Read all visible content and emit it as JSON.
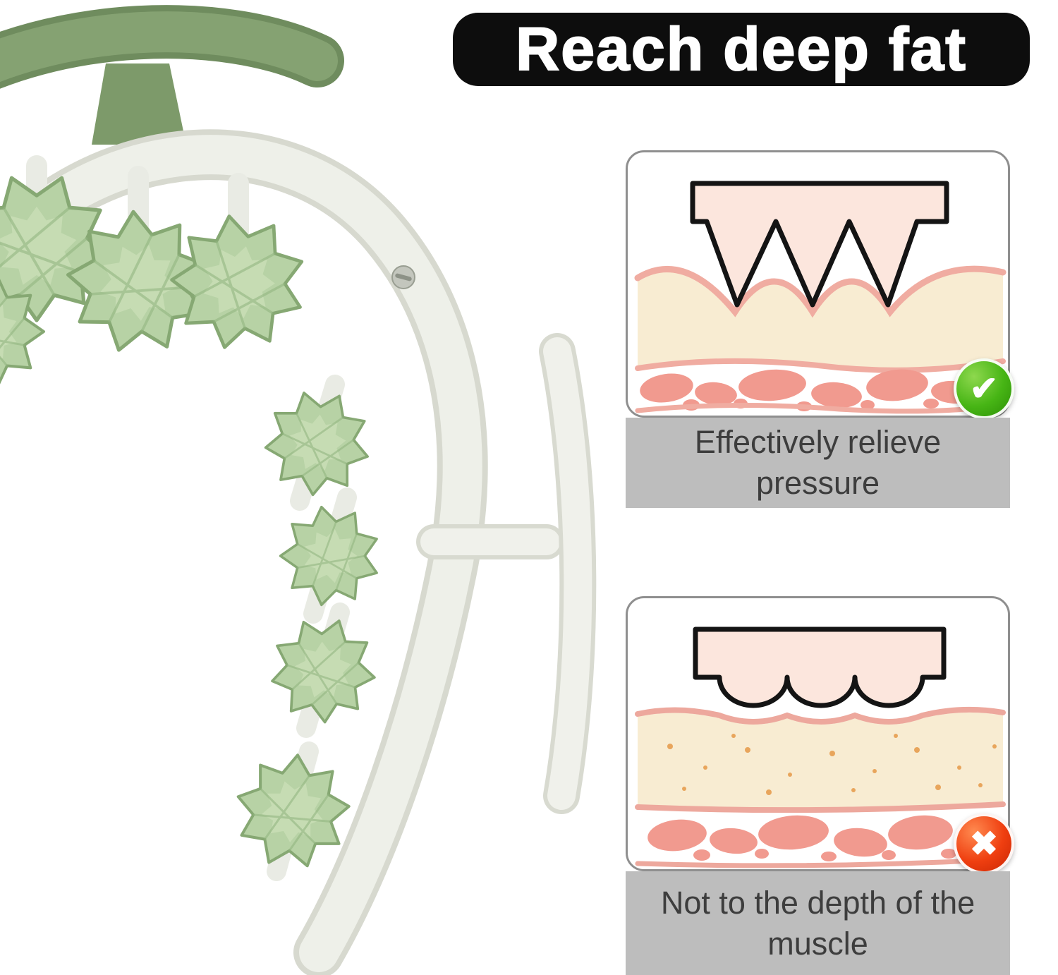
{
  "banner": {
    "title": "Reach deep fat",
    "bg_color": "#0d0d0d",
    "text_color": "#ffffff"
  },
  "product": {
    "name": "cellulite-massage-roller",
    "colors": {
      "roller_green": "#b7d2a5",
      "handle_green": "#7d9a6a",
      "frame_white": "#eef0e9"
    }
  },
  "cards": [
    {
      "id": "deep-pressure",
      "illustration": "deep-teeth-cross-section",
      "caption": "Effectively relieve pressure",
      "result_icon": "check-icon",
      "result_glyph": "✔",
      "result_color": "#3aa50f"
    },
    {
      "id": "shallow-pressure",
      "illustration": "shallow-bumps-cross-section",
      "caption": "Not to the depth of the muscle",
      "result_icon": "x-icon",
      "result_glyph": "✖",
      "result_color": "#e8380d"
    }
  ],
  "caption_bg_color": "#bdbdbd"
}
